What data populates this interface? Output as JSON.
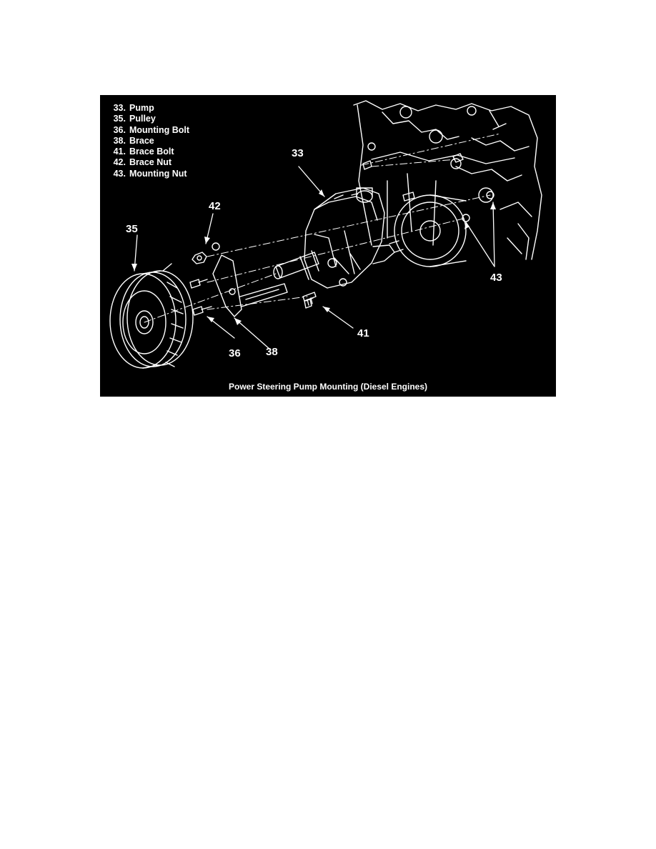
{
  "legend": [
    {
      "num": "33.",
      "label": "Pump"
    },
    {
      "num": "35.",
      "label": "Pulley"
    },
    {
      "num": "36.",
      "label": "Mounting Bolt"
    },
    {
      "num": "38.",
      "label": "Brace"
    },
    {
      "num": "41.",
      "label": "Brace Bolt"
    },
    {
      "num": "42.",
      "label": "Brace Nut"
    },
    {
      "num": "43.",
      "label": "Mounting Nut"
    }
  ],
  "callouts": {
    "c33": "33",
    "c35": "35",
    "c36": "36",
    "c38": "38",
    "c41": "41",
    "c42": "42",
    "c43": "43"
  },
  "caption": "Power Steering Pump Mounting (Diesel Engines)",
  "colors": {
    "background": "#000000",
    "line_art": "#ffffff",
    "page": "#ffffff"
  }
}
